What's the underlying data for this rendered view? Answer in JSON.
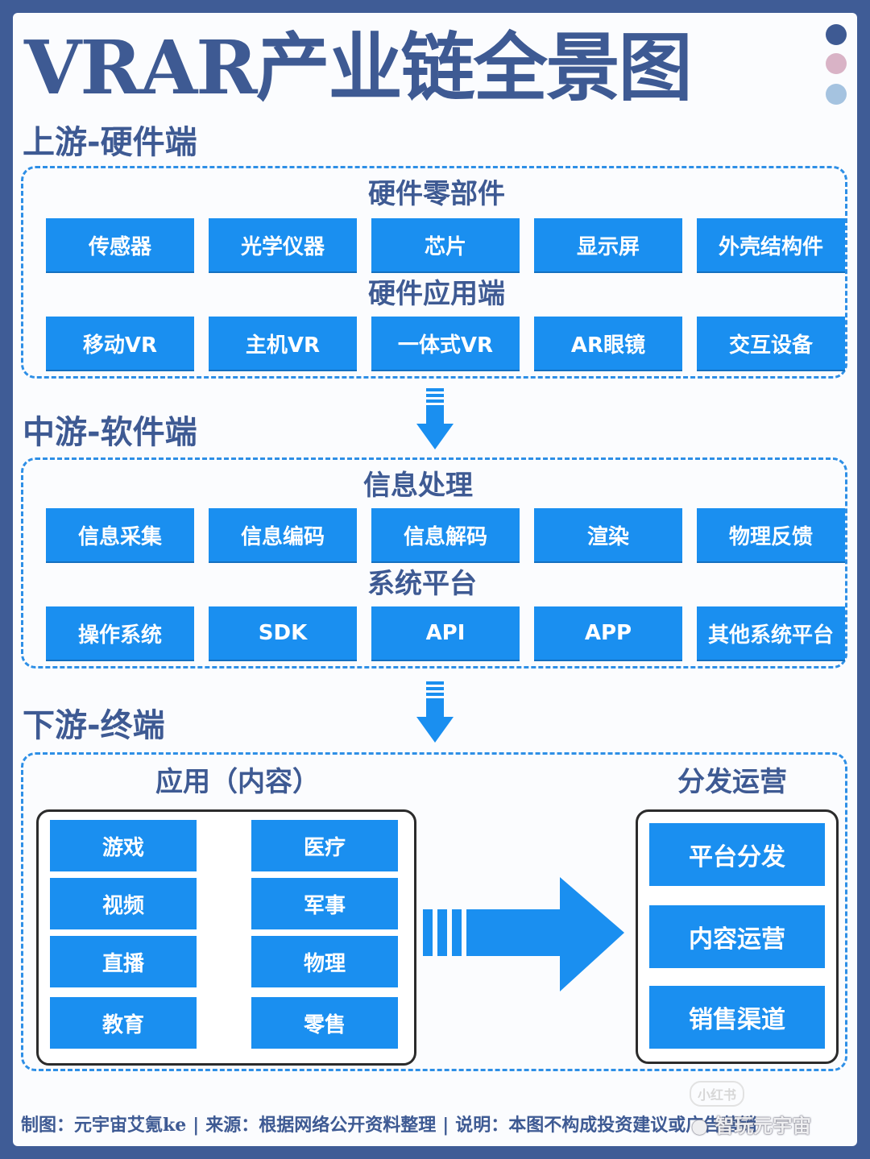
{
  "title": "VRAR产业链全景图",
  "upstream": {
    "title": "上游-硬件端",
    "group1": {
      "title": "硬件零部件",
      "items": [
        "传感器",
        "光学仪器",
        "芯片",
        "显示屏",
        "外壳结构件"
      ]
    },
    "group2": {
      "title": "硬件应用端",
      "items": [
        "移动VR",
        "主机VR",
        "一体式VR",
        "AR眼镜",
        "交互设备"
      ]
    }
  },
  "midstream": {
    "title": "中游-软件端",
    "group1": {
      "title": "信息处理",
      "items": [
        "信息采集",
        "信息编码",
        "信息解码",
        "渲染",
        "物理反馈"
      ]
    },
    "group2": {
      "title": "系统平台",
      "items": [
        "操作系统",
        "SDK",
        "API",
        "APP",
        "其他系统平台"
      ]
    }
  },
  "downstream": {
    "title": "下游-终端",
    "apps": {
      "title": "应用（内容）",
      "left": [
        "游戏",
        "视频",
        "直播",
        "教育"
      ],
      "right": [
        "医疗",
        "军事",
        "物理",
        "零售"
      ]
    },
    "distribution": {
      "title": "分发运营",
      "items": [
        "平台分发",
        "内容运营",
        "销售渠道"
      ]
    }
  },
  "footer": {
    "credit": "制图：元宇宙艾氪ke",
    "source": "来源：根据网络公开资料整理",
    "note": "说明：本图不构成投资建议或广告营销"
  },
  "watermark": {
    "brand": "智玩元宇宙",
    "site": "小红书"
  },
  "colors": {
    "frame": "#3f5c96",
    "heading": "#3e5a93",
    "box": "#1a8ff0",
    "dashed": "#2e8fe6"
  }
}
